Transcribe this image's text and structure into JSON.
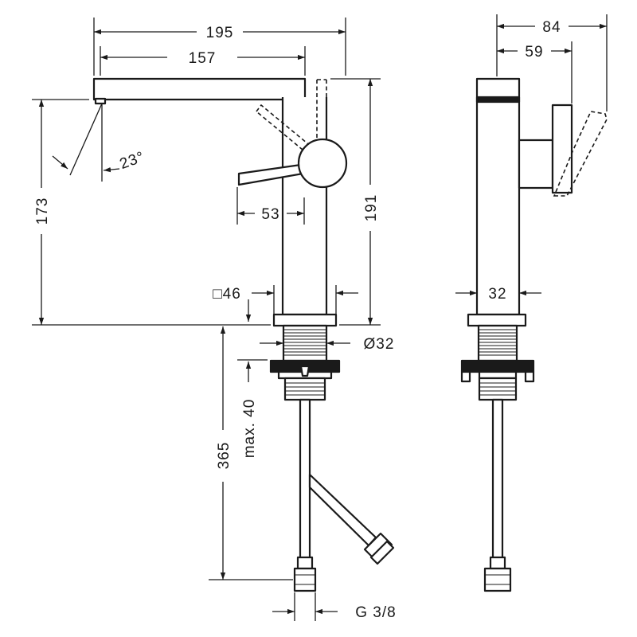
{
  "drawing": {
    "front_view": {
      "dimensions": {
        "spout_reach": "195",
        "spout_outlet": "157",
        "spout_angle": "23°",
        "spout_height": "173",
        "total_height": "191",
        "lever_length": "53",
        "body_square": "□46",
        "thread_diameter": "Ø32",
        "max_deck_thickness": "max. 40",
        "hose_length": "365",
        "connection_thread": "G 3/8"
      }
    },
    "side_view": {
      "dimensions": {
        "overall_depth": "84",
        "lever_depth": "59",
        "body_width": "32"
      }
    }
  }
}
